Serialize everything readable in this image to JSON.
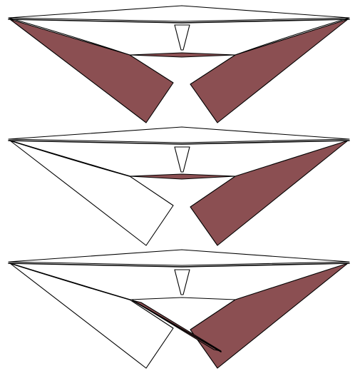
{
  "diagram": {
    "colors": {
      "fill": "#8b4f52",
      "line": "#000000",
      "background": "#ffffff"
    },
    "panels": [
      {
        "left_flap": "filled",
        "right_flap": "filled",
        "center_strip": "filled"
      },
      {
        "left_flap": "outline",
        "right_flap": "filled",
        "center_strip": "filled"
      },
      {
        "left_flap": "outline",
        "right_flap": "filled",
        "center_strip": "folded-diagonal"
      }
    ]
  }
}
